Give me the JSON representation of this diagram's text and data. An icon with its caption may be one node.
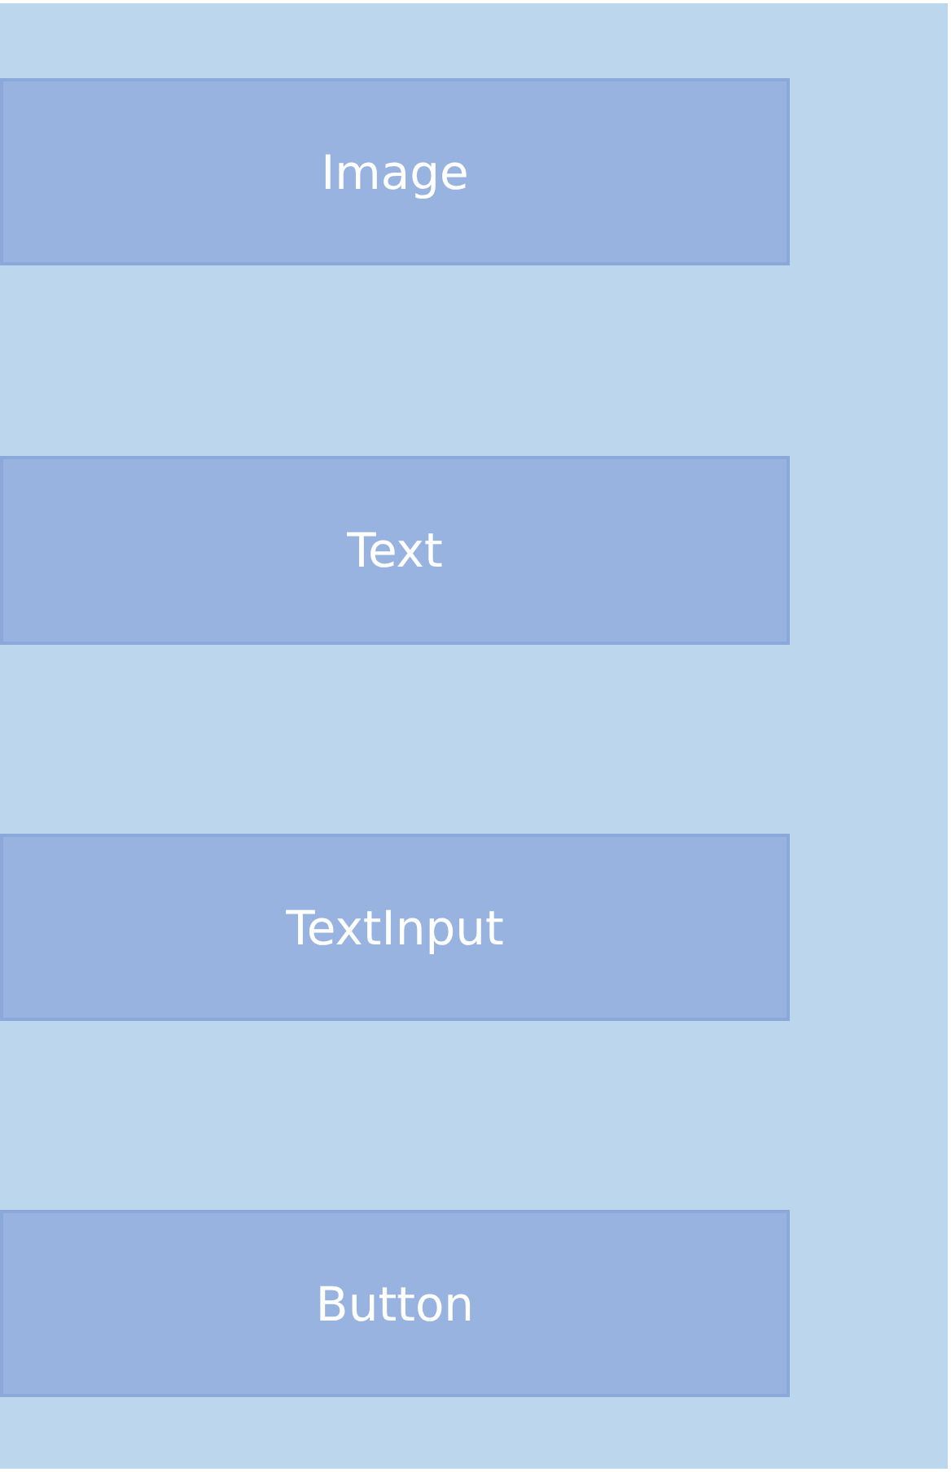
{
  "diagram": {
    "nodes": [
      {
        "text": [
          "Image"
        ]
      },
      {
        "text": [
          "Text"
        ]
      },
      {
        "text": [
          "TextInput"
        ]
      },
      {
        "text": [
          "Button"
        ]
      }
    ]
  }
}
